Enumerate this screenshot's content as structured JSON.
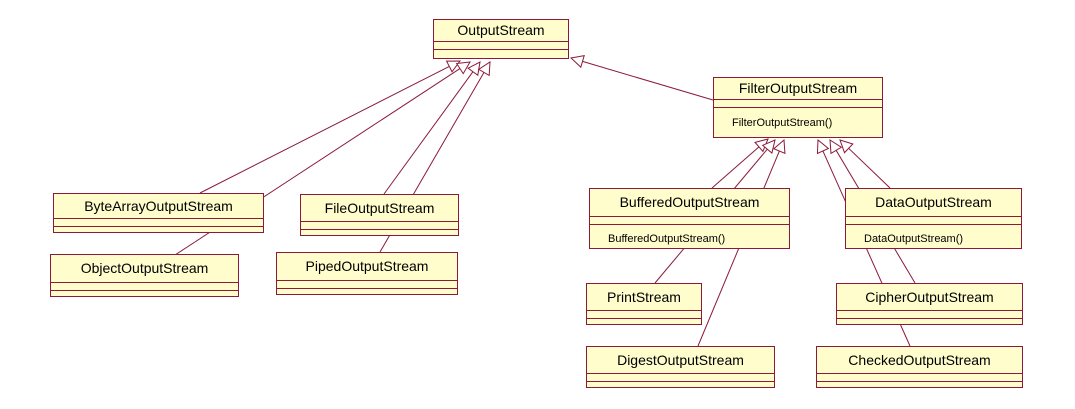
{
  "classes": [
    {
      "id": "outputstream",
      "name": "OutputStream",
      "operations": []
    },
    {
      "id": "filteroutputstream",
      "name": "FilterOutputStream",
      "operations": [
        "FilterOutputStream()"
      ]
    },
    {
      "id": "bytearrayoutputstream",
      "name": "ByteArrayOutputStream",
      "operations": []
    },
    {
      "id": "fileoutputstream",
      "name": "FileOutputStream",
      "operations": []
    },
    {
      "id": "objectoutputstream",
      "name": "ObjectOutputStream",
      "operations": []
    },
    {
      "id": "pipedoutputstream",
      "name": "PipedOutputStream",
      "operations": []
    },
    {
      "id": "bufferedoutputstream",
      "name": "BufferedOutputStream",
      "operations": [
        "BufferedOutputStream()"
      ]
    },
    {
      "id": "dataoutputstream",
      "name": "DataOutputStream",
      "operations": [
        "DataOutputStream()"
      ]
    },
    {
      "id": "printstream",
      "name": "PrintStream",
      "operations": []
    },
    {
      "id": "cipheroutputstream",
      "name": "CipherOutputStream",
      "operations": []
    },
    {
      "id": "digestoutputstream",
      "name": "DigestOutputStream",
      "operations": []
    },
    {
      "id": "checkedoutputstream",
      "name": "CheckedOutputStream",
      "operations": []
    }
  ],
  "generalizations": [
    {
      "from": "filteroutputstream",
      "to": "outputstream"
    },
    {
      "from": "bytearrayoutputstream",
      "to": "outputstream"
    },
    {
      "from": "objectoutputstream",
      "to": "outputstream"
    },
    {
      "from": "fileoutputstream",
      "to": "outputstream"
    },
    {
      "from": "pipedoutputstream",
      "to": "outputstream"
    },
    {
      "from": "bufferedoutputstream",
      "to": "filteroutputstream"
    },
    {
      "from": "printstream",
      "to": "filteroutputstream"
    },
    {
      "from": "digestoutputstream",
      "to": "filteroutputstream"
    },
    {
      "from": "dataoutputstream",
      "to": "filteroutputstream"
    },
    {
      "from": "cipheroutputstream",
      "to": "filteroutputstream"
    },
    {
      "from": "checkedoutputstream",
      "to": "filteroutputstream"
    }
  ]
}
